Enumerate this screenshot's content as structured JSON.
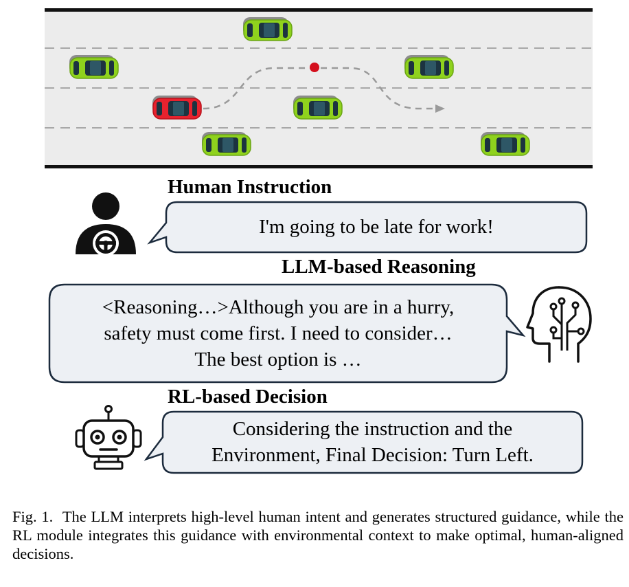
{
  "human": {
    "heading": "Human Instruction",
    "text": "I'm going to be late for work!"
  },
  "reasoning": {
    "heading": "LLM-based Reasoning",
    "lines": [
      "<Reasoning…>Although you are in a hurry,",
      "safety must come first. I need to consider…",
      "The best option is …"
    ]
  },
  "decision": {
    "heading": "RL-based Decision",
    "lines": [
      "Considering the instruction and the",
      "Environment, Final Decision: Turn Left."
    ]
  },
  "caption": {
    "label": "Fig. 1.",
    "text": "The LLM interprets high-level human intent and generates structured guidance, while the RL module integrates this guidance with environmental context to make optimal, human-aligned decisions."
  },
  "colors": {
    "road": "#ececec",
    "lane_line": "#a8a8a8",
    "ego_car": "#e8222e",
    "other_car": "#8fd21d",
    "bubble_fill": "#edf0f4",
    "bubble_stroke": "#1c2b3d",
    "target_point": "#d40f1d"
  },
  "icons": {
    "driver": "driver-icon",
    "brain": "ai-brain-icon",
    "robot": "robot-icon"
  }
}
